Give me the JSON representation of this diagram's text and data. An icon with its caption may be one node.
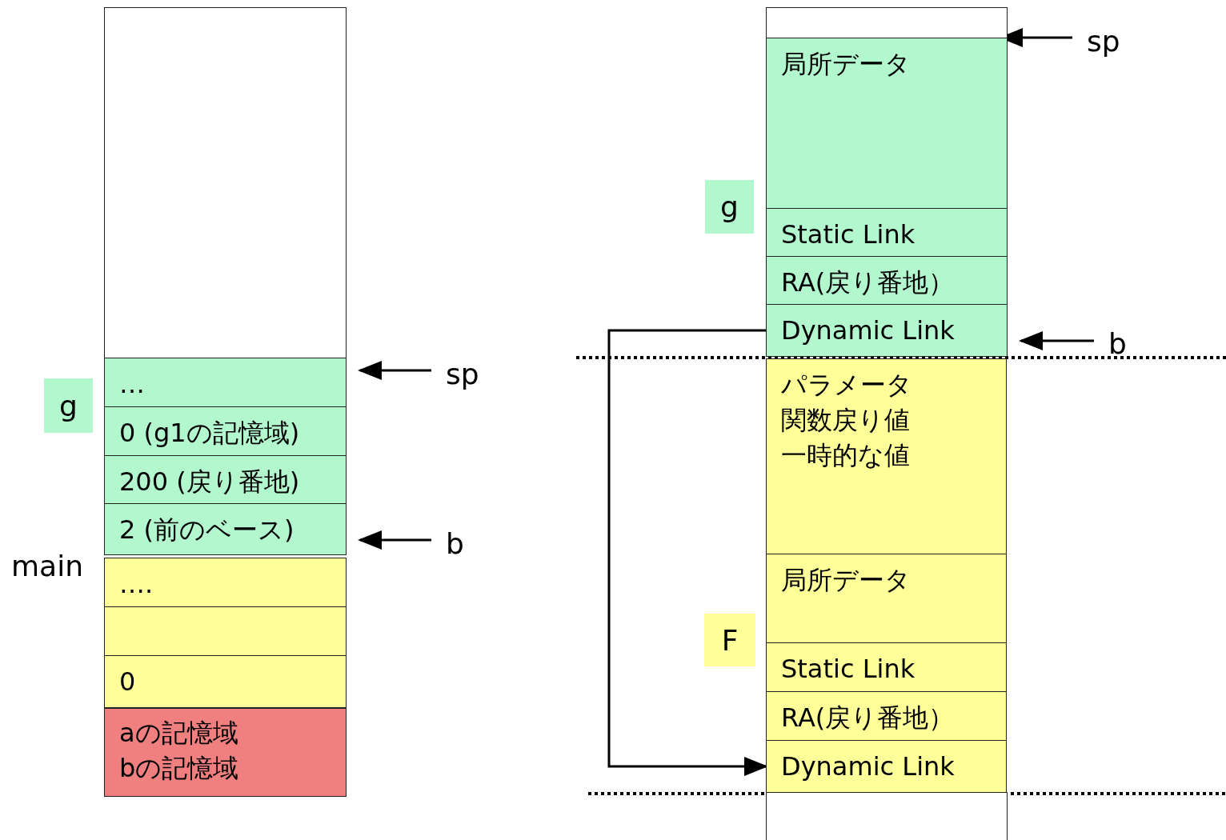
{
  "diagram": {
    "nodes": [
      {
        "text": [],
        "shape": "box"
      },
      {
        "text": [
          "…"
        ]
      },
      {
        "text": [
          "0 (g1の記憶域)"
        ]
      },
      {
        "text": [
          "200 (戻り番地)"
        ]
      },
      {
        "text": [
          "2 (前のベース)"
        ]
      },
      {
        "text": [
          "…."
        ]
      },
      {
        "text": [],
        "shape": "box"
      },
      {
        "text": [
          "0"
        ]
      },
      {
        "text": [
          "aの記憶域",
          "bの記憶域"
        ]
      },
      {
        "text": [
          "g"
        ]
      },
      {
        "text": [
          "sp"
        ]
      },
      {
        "text": [
          "b"
        ]
      },
      {
        "text": [],
        "shape": "box"
      },
      {
        "text": [
          "局所データ"
        ]
      },
      {
        "text": [
          "Static Link"
        ]
      },
      {
        "text": [
          "RA(戻り番地）"
        ]
      },
      {
        "text": [
          "Dynamic Link"
        ]
      },
      {
        "text": [
          "パラメータ",
          "関数戻り値",
          "一時的な値"
        ]
      },
      {
        "text": [
          "局所データ"
        ]
      },
      {
        "text": [
          "Static Link"
        ]
      },
      {
        "text": [
          "RA(戻り番地）"
        ]
      },
      {
        "text": [
          "Dynamic Link"
        ]
      },
      {
        "text": [],
        "shape": "box"
      },
      {
        "text": [
          "g"
        ]
      },
      {
        "text": [
          "F"
        ]
      },
      {
        "text": [
          "sp"
        ]
      },
      {
        "text": [
          "b"
        ]
      }
    ],
    "edges": [
      {
        "from": 10,
        "to": 1,
        "arrow": "to"
      },
      {
        "from": 11,
        "to": 4,
        "arrow": "to"
      },
      {
        "from": 25,
        "to": 12,
        "arrow": "to"
      },
      {
        "from": 26,
        "to": 16,
        "arrow": "to"
      },
      {
        "from": 16,
        "to": 21,
        "arrow": "to"
      }
    ],
    "labels": [
      "main"
    ]
  }
}
